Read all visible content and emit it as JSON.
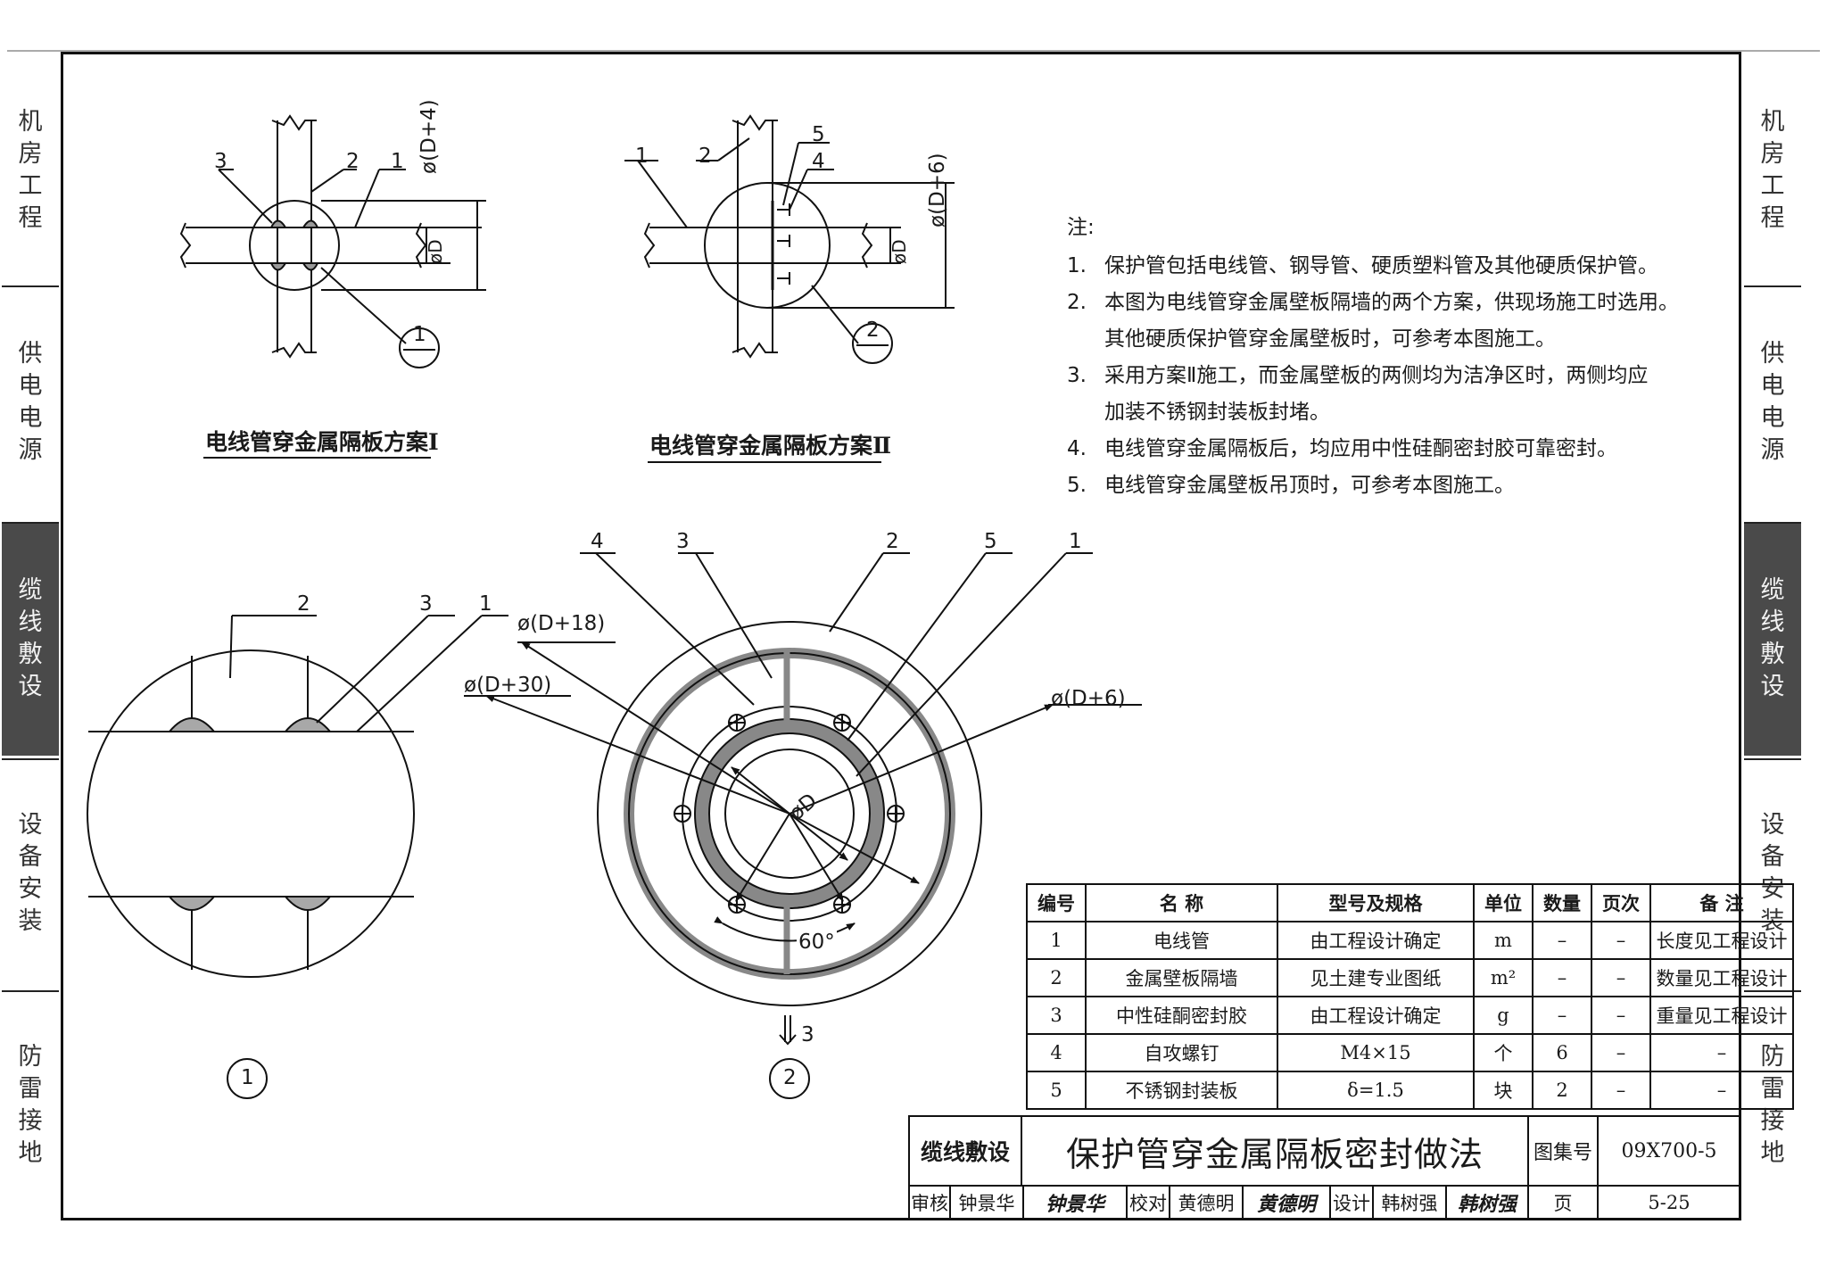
{
  "side_tabs": [
    {
      "label": "机房工程",
      "active": false
    },
    {
      "label": "供电电源",
      "active": false
    },
    {
      "label": "缆线敷设",
      "active": true
    },
    {
      "label": "设备安装",
      "active": false
    },
    {
      "label": "防雷接地",
      "active": false
    }
  ],
  "scheme1": {
    "caption": "电线管穿金属隔板方案Ⅰ",
    "dim_outer": "ø(D+4)",
    "dim_inner": "øD",
    "callouts": [
      "3",
      "2",
      "1"
    ],
    "detail_ref": "1"
  },
  "scheme2": {
    "caption": "电线管穿金属隔板方案Ⅱ",
    "dim_outer": "ø(D+6)",
    "dim_inner": "øD",
    "callouts": [
      "1",
      "2",
      "5",
      "4"
    ],
    "detail_ref": "2"
  },
  "detail1": {
    "callouts": [
      "2",
      "3",
      "1"
    ],
    "label": "1"
  },
  "detail2": {
    "callouts": [
      "4",
      "3",
      "2",
      "5",
      "1"
    ],
    "dim_d18": "ø(D+18)",
    "dim_d30": "ø(D+30)",
    "dim_d6": "ø(D+6)",
    "dim_d": "øD",
    "angle": "60°",
    "view_mark": "3",
    "label": "2"
  },
  "notes": {
    "title": "注:",
    "items": [
      {
        "num": "1.",
        "lines": [
          "保护管包括电线管、钢导管、硬质塑料管及其他硬质保护管。"
        ]
      },
      {
        "num": "2.",
        "lines": [
          "本图为电线管穿金属壁板隔墙的两个方案，供现场施工时选用。",
          "其他硬质保护管穿金属壁板时，可参考本图施工。"
        ]
      },
      {
        "num": "3.",
        "lines": [
          "采用方案Ⅱ施工，而金属壁板的两侧均为洁净区时，两侧均应",
          "加装不锈钢封装板封堵。"
        ]
      },
      {
        "num": "4.",
        "lines": [
          "电线管穿金属隔板后，均应用中性硅酮密封胶可靠密封。"
        ]
      },
      {
        "num": "5.",
        "lines": [
          "电线管穿金属壁板吊顶时，可参考本图施工。"
        ]
      }
    ]
  },
  "bom": {
    "headers": [
      "编号",
      "名 称",
      "型号及规格",
      "单位",
      "数量",
      "页次",
      "备 注"
    ],
    "rows": [
      [
        "1",
        "电线管",
        "由工程设计确定",
        "m",
        "–",
        "–",
        "长度见工程设计"
      ],
      [
        "2",
        "金属壁板隔墙",
        "见土建专业图纸",
        "m²",
        "–",
        "–",
        "数量见工程设计"
      ],
      [
        "3",
        "中性硅酮密封胶",
        "由工程设计确定",
        "g",
        "–",
        "–",
        "重量见工程设计"
      ],
      [
        "4",
        "自攻螺钉",
        "M4×15",
        "个",
        "6",
        "–",
        "–"
      ],
      [
        "5",
        "不锈钢封装板",
        "δ=1.5",
        "块",
        "2",
        "–",
        "–"
      ]
    ]
  },
  "title_block": {
    "category": "缆线敷设",
    "title": "保护管穿金属隔板密封做法",
    "atlas_label": "图集号",
    "atlas_no": "09X700-5",
    "review_label": "审核",
    "reviewer": "钟景华",
    "reviewer_sig": "钟景华",
    "check_label": "校对",
    "checker": "黄德明",
    "checker_sig": "黄德明",
    "design_label": "设计",
    "designer": "韩树强",
    "designer_sig": "韩树强",
    "page_label": "页",
    "page_no": "5-25"
  }
}
